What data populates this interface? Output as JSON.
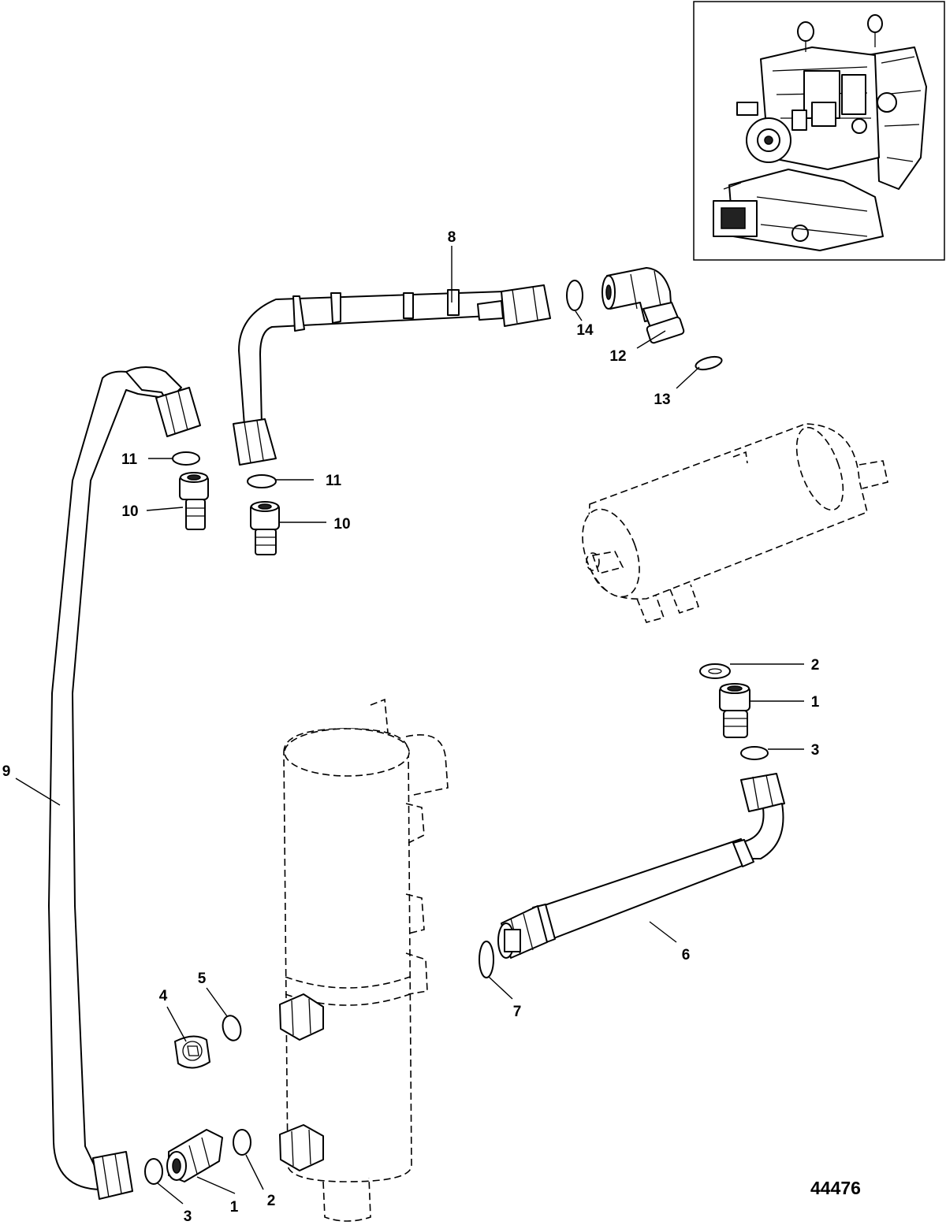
{
  "figure_number": "44476",
  "callouts": [
    {
      "id": "c8",
      "label": "8"
    },
    {
      "id": "c14",
      "label": "14"
    },
    {
      "id": "c12",
      "label": "12"
    },
    {
      "id": "c13",
      "label": "13"
    },
    {
      "id": "c11a",
      "label": "11"
    },
    {
      "id": "c11b",
      "label": "11"
    },
    {
      "id": "c10a",
      "label": "10"
    },
    {
      "id": "c10b",
      "label": "10"
    },
    {
      "id": "c2a",
      "label": "2"
    },
    {
      "id": "c1a",
      "label": "1"
    },
    {
      "id": "c3a",
      "label": "3"
    },
    {
      "id": "c9",
      "label": "9"
    },
    {
      "id": "c6",
      "label": "6"
    },
    {
      "id": "c7",
      "label": "7"
    },
    {
      "id": "c4",
      "label": "4"
    },
    {
      "id": "c5",
      "label": "5"
    },
    {
      "id": "c2b",
      "label": "2"
    },
    {
      "id": "c1b",
      "label": "1"
    },
    {
      "id": "c3b",
      "label": "3"
    }
  ]
}
